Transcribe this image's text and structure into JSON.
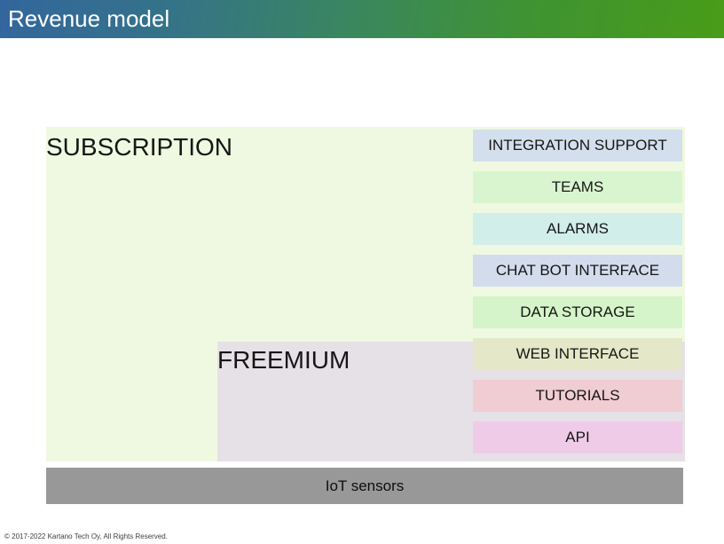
{
  "header": {
    "title": "Revenue model",
    "gradient_start": "#33669e",
    "gradient_end": "#489c18"
  },
  "tiers": {
    "subscription": {
      "label": "SUBSCRIPTION",
      "color": "#eff9e1"
    },
    "freemium": {
      "label": "FREEMIUM",
      "color": "#e6e0e7"
    }
  },
  "features": [
    {
      "label": "INTEGRATION SUPPORT",
      "color": "#d3dfec"
    },
    {
      "label": "TEAMS",
      "color": "#d9f5cf"
    },
    {
      "label": "ALARMS",
      "color": "#d1eeeb"
    },
    {
      "label": "CHAT BOT INTERFACE",
      "color": "#d2dcec"
    },
    {
      "label": "DATA STORAGE",
      "color": "#d6f4c9"
    },
    {
      "label": "WEB INTERFACE",
      "color": "#e4e8c8"
    },
    {
      "label": "TUTORIALS",
      "color": "#f0ccd3"
    },
    {
      "label": "API",
      "color": "#f0cbe8"
    }
  ],
  "foundation": {
    "label": "IoT sensors",
    "color": "#989898"
  },
  "footer": {
    "copyright": "© 2017-2022 Kartano Tech Oy, All Rights Reserved."
  }
}
